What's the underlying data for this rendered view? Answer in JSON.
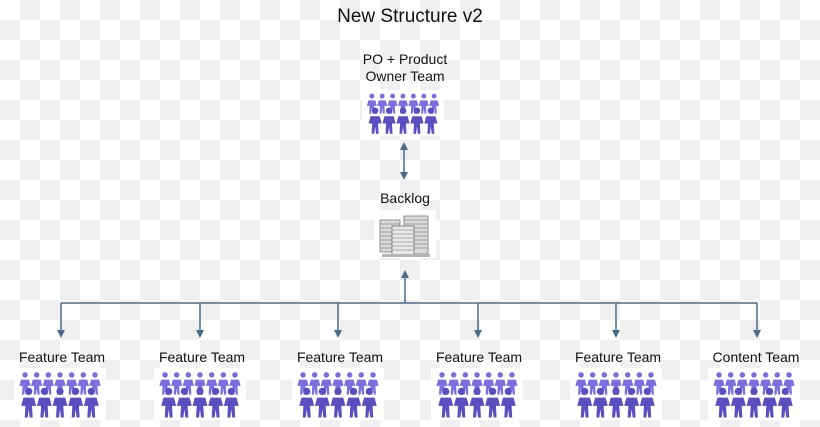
{
  "title": "New Structure v2",
  "po_team": {
    "label_line1": "PO + Product",
    "label_line2": "Owner Team",
    "icon": "people-group-icon"
  },
  "backlog": {
    "label": "Backlog",
    "icon": "paper-stack-icon"
  },
  "teams": [
    {
      "label": "Feature Team",
      "icon": "people-group-icon"
    },
    {
      "label": "Feature Team",
      "icon": "people-group-icon"
    },
    {
      "label": "Feature Team",
      "icon": "people-group-icon"
    },
    {
      "label": "Feature Team",
      "icon": "people-group-icon"
    },
    {
      "label": "Feature Team",
      "icon": "people-group-icon"
    },
    {
      "label": "Content Team",
      "icon": "people-group-icon"
    }
  ],
  "colors": {
    "connector": "#4a6b8a",
    "people": "#7b6fe0",
    "people_dark": "#5a4fc0"
  }
}
